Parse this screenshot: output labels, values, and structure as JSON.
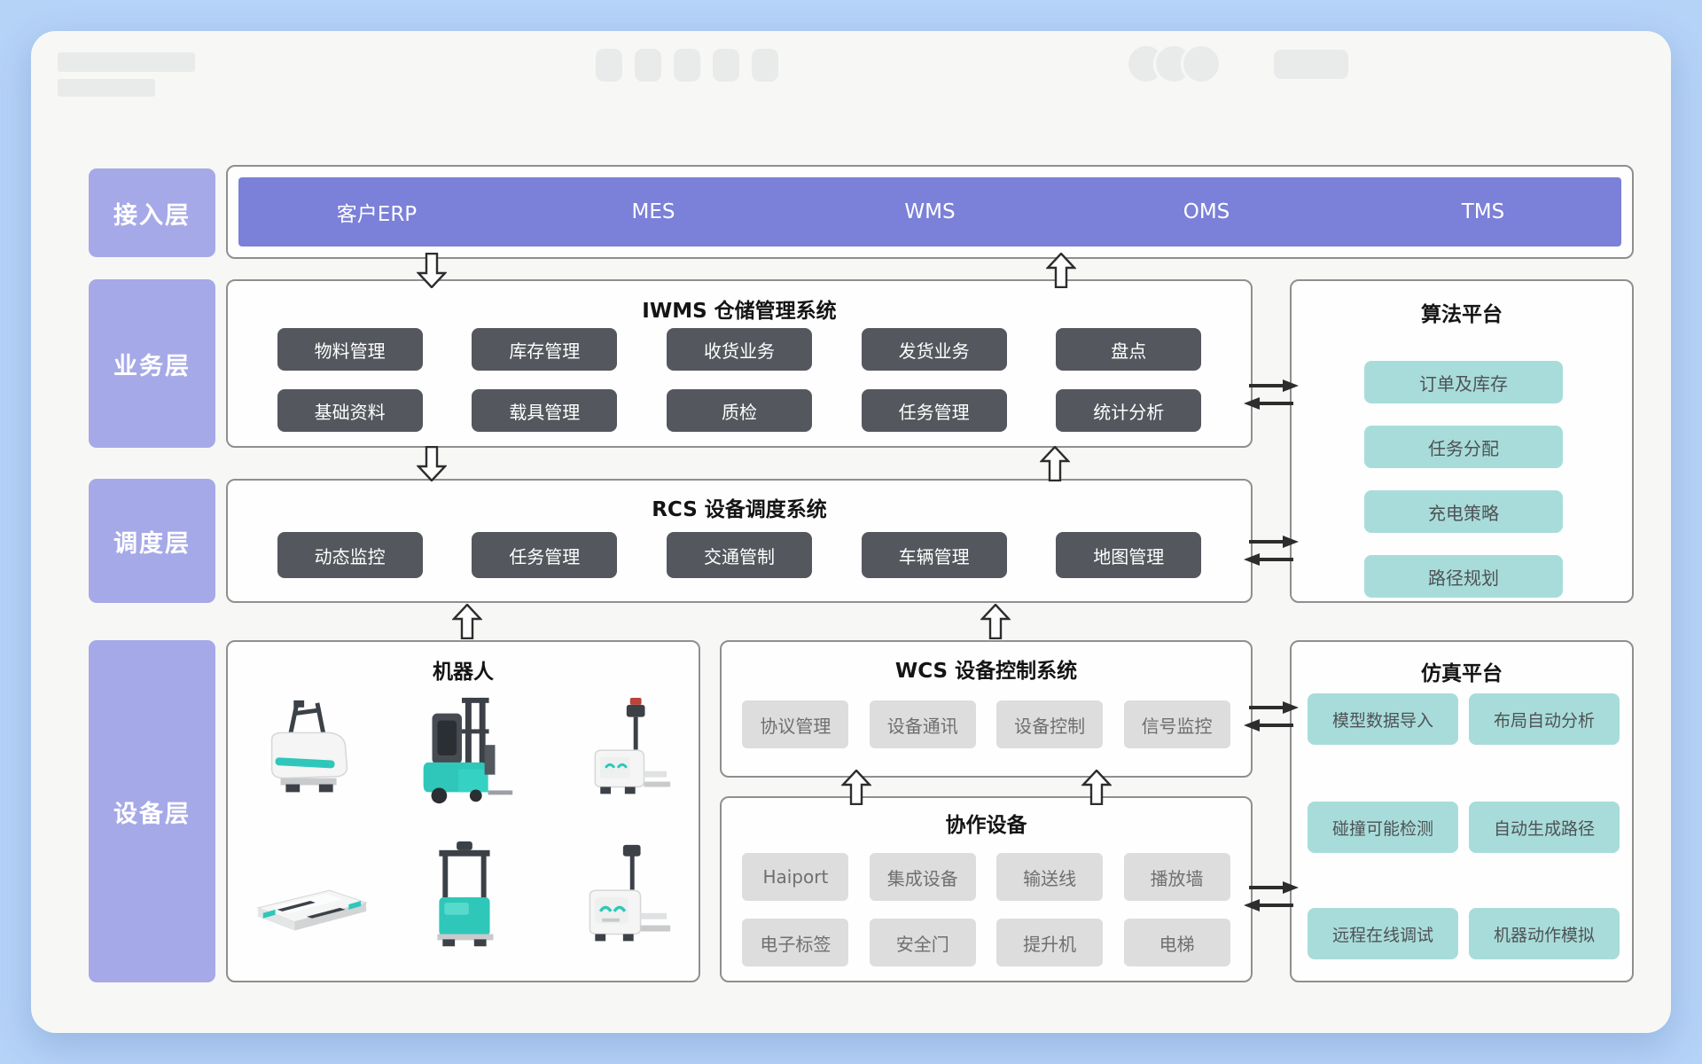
{
  "layers": {
    "access": "接入层",
    "business": "业务层",
    "scheduling": "调度层",
    "device": "设备层"
  },
  "access_bar": {
    "items": [
      "客户ERP",
      "MES",
      "WMS",
      "OMS",
      "TMS"
    ]
  },
  "iwms": {
    "title": "IWMS 仓储管理系统",
    "modules": [
      "物料管理",
      "库存管理",
      "收货业务",
      "发货业务",
      "盘点",
      "基础资料",
      "载具管理",
      "质检",
      "任务管理",
      "统计分析"
    ]
  },
  "algorithm_platform": {
    "title": "算法平台",
    "modules": [
      "订单及库存",
      "任务分配",
      "充电策略",
      "路径规划"
    ]
  },
  "rcs": {
    "title": "RCS 设备调度系统",
    "modules": [
      "动态监控",
      "任务管理",
      "交通管制",
      "车辆管理",
      "地图管理"
    ]
  },
  "robots": {
    "title": "机器人"
  },
  "wcs": {
    "title": "WCS 设备控制系统",
    "modules": [
      "协议管理",
      "设备通讯",
      "设备控制",
      "信号监控"
    ]
  },
  "collab_devices": {
    "title": "协作设备",
    "modules": [
      "Haiport",
      "集成设备",
      "输送线",
      "播放墙",
      "电子标签",
      "安全门",
      "提升机",
      "电梯"
    ]
  },
  "simulation_platform": {
    "title": "仿真平台",
    "modules": [
      "模型数据导入",
      "布局自动分析",
      "碰撞可能检测",
      "自动生成路径",
      "远程在线调试",
      "机器动作模拟"
    ]
  },
  "colors": {
    "page_background": "#b5d2f7",
    "layer_label": "#a6a9e7",
    "access_bar": "#7b80d8",
    "dark_module": "#54575d",
    "teal_module": "#a8dcda",
    "gray_module": "#dcdddc"
  }
}
